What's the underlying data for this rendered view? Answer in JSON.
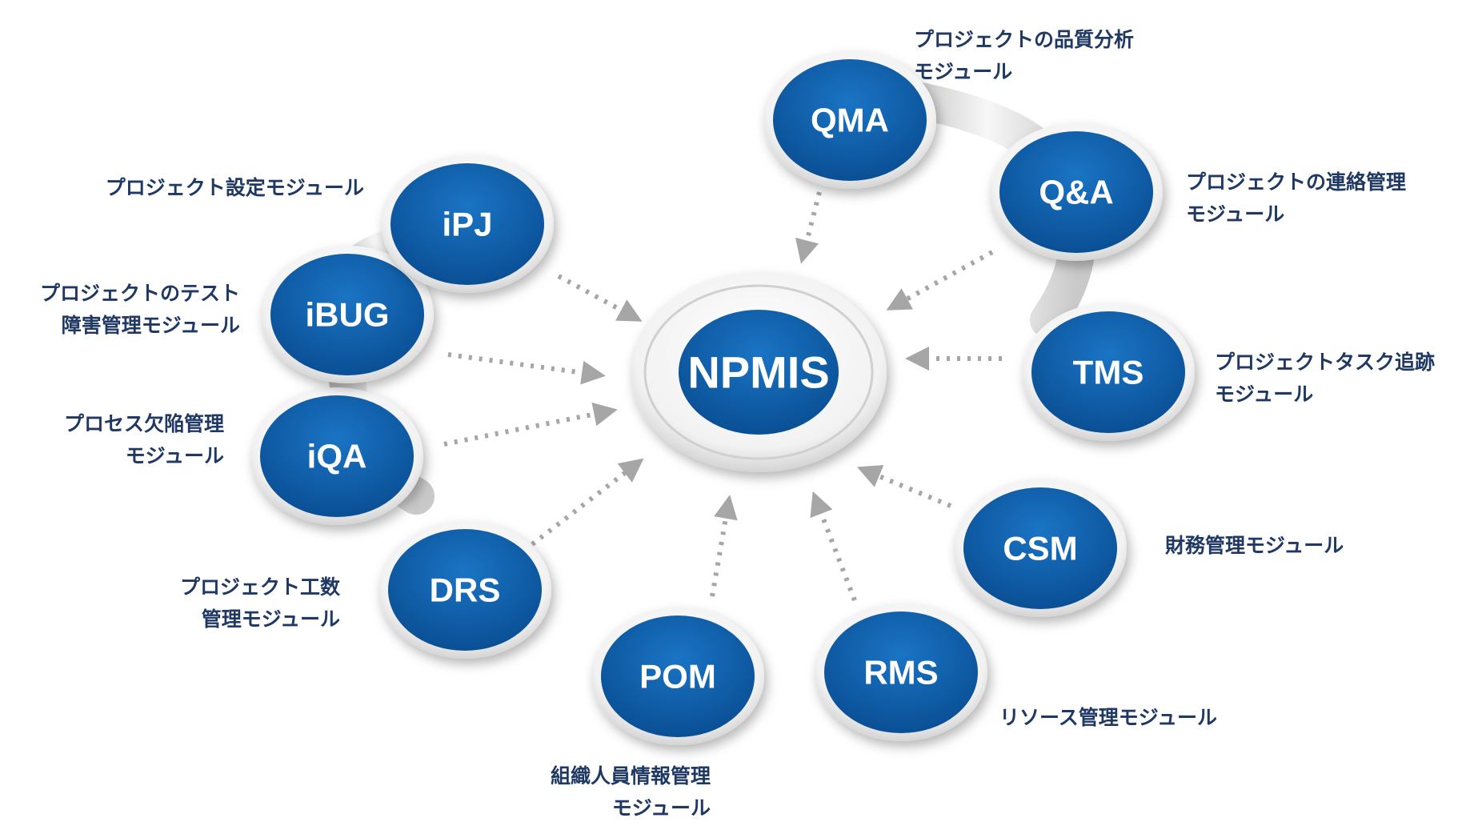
{
  "center": {
    "label": "NPMIS"
  },
  "modules": [
    {
      "id": "QMA",
      "label": "QMA",
      "desc": [
        "プロジェクトの品質分析",
        "モジュール"
      ]
    },
    {
      "id": "QA",
      "label": "Q&A",
      "desc": [
        "プロジェクトの連絡管理",
        "モジュール"
      ]
    },
    {
      "id": "TMS",
      "label": "TMS",
      "desc": [
        "プロジェクトタスク追跡",
        "モジュール"
      ]
    },
    {
      "id": "CSM",
      "label": "CSM",
      "desc": [
        "財務管理モジュール"
      ]
    },
    {
      "id": "RMS",
      "label": "RMS",
      "desc": [
        "リソース管理モジュール"
      ]
    },
    {
      "id": "POM",
      "label": "POM",
      "desc": [
        "組織人員情報管理",
        "モジュール"
      ]
    },
    {
      "id": "DRS",
      "label": "DRS",
      "desc": [
        "プロジェクト工数",
        "管理モジュール"
      ]
    },
    {
      "id": "iQA",
      "label": "iQA",
      "desc": [
        "プロセス欠陥管理",
        "モジュール"
      ]
    },
    {
      "id": "iBUG",
      "label": "iBUG",
      "desc": [
        "プロジェクトのテスト",
        "障害管理モジュール"
      ]
    },
    {
      "id": "iPJ",
      "label": "iPJ",
      "desc": [
        "プロジェクト設定モジュール"
      ]
    }
  ],
  "colors": {
    "node_fill": "#0a5ca8",
    "label_text": "#1f3864",
    "arrow": "#a6a6a6"
  }
}
